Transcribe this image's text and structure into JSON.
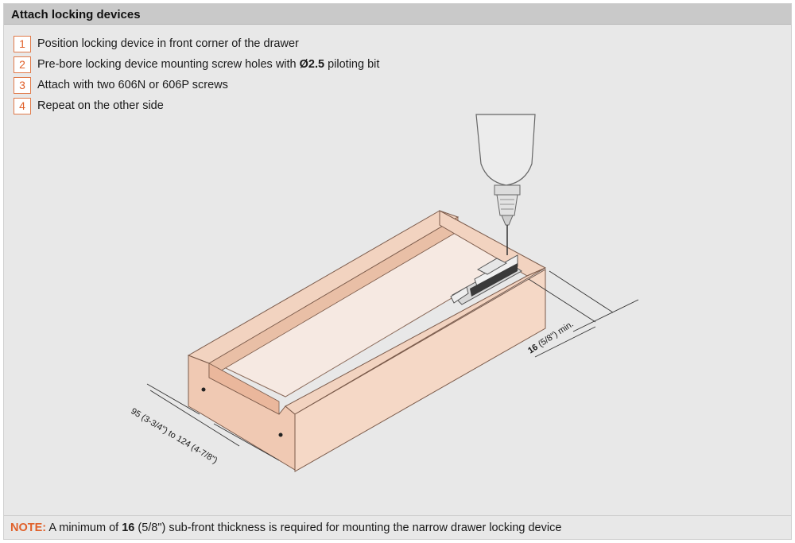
{
  "header": {
    "title": "Attach locking devices"
  },
  "steps": [
    {
      "num": "1",
      "text": "Position locking device in front corner of the drawer"
    },
    {
      "num": "2",
      "text_before": "Pre-bore locking device mounting screw holes with ",
      "bold": "Ø2.5",
      "text_after": " piloting bit"
    },
    {
      "num": "3",
      "text": "Attach with two 606N or 606P screws"
    },
    {
      "num": "4",
      "text": "Repeat on the other side"
    }
  ],
  "dimensions": {
    "width_range": "95 (3-3/4\") to 124 (4-7/8\")",
    "min_thickness_bold": "16",
    "min_thickness_rest": " (5/8\") min."
  },
  "footer": {
    "label": "NOTE:",
    "text_before": " A minimum of ",
    "bold": "16",
    "text_after": " (5/8\") sub-front thickness is required for mounting the narrow drawer locking device"
  },
  "colors": {
    "accent": "#e0602a",
    "wood": "#f2d3c0",
    "panel": "#e8e8e8",
    "header": "#c9c9c9"
  }
}
